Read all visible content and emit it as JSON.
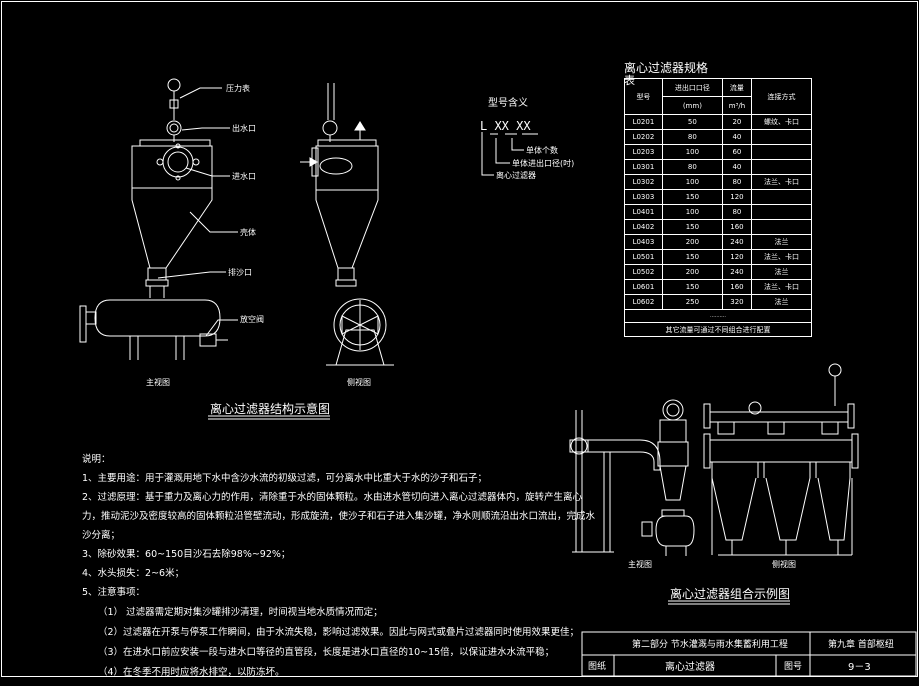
{
  "structure": {
    "caption": "离心过滤器结构示意图",
    "labels": {
      "pressure_gauge": "压力表",
      "outlet": "出水口",
      "inlet": "进水口",
      "body": "壳体",
      "sand_outlet": "排沙口",
      "drain_valve": "放空阀"
    },
    "view_main": "主视图",
    "view_side": "侧视图"
  },
  "model": {
    "title": "型号含义",
    "code": "L  XX  XX",
    "labels": [
      "单体个数",
      "单体进出口径(吋)",
      "离心过滤器"
    ]
  },
  "spec": {
    "title": "离心过滤器规格",
    "title_tail": "表",
    "headers": [
      "型号",
      "进出口口径",
      "流量",
      "连接方式"
    ],
    "units": [
      "(mm)",
      "m³/h"
    ],
    "rows": [
      [
        "L0201",
        "50",
        "20",
        "螺纹、卡口"
      ],
      [
        "L0202",
        "80",
        "40",
        ""
      ],
      [
        "L0203",
        "100",
        "60",
        ""
      ],
      [
        "L0301",
        "80",
        "40",
        ""
      ],
      [
        "L0302",
        "100",
        "80",
        "法兰、卡口"
      ],
      [
        "L0303",
        "150",
        "120",
        ""
      ],
      [
        "L0401",
        "100",
        "80",
        ""
      ],
      [
        "L0402",
        "150",
        "160",
        ""
      ],
      [
        "L0403",
        "200",
        "240",
        "法兰"
      ],
      [
        "L0501",
        "150",
        "120",
        "法兰、卡口"
      ],
      [
        "L0502",
        "200",
        "240",
        "法兰"
      ],
      [
        "L0601",
        "150",
        "160",
        "法兰、卡口"
      ],
      [
        "L0602",
        "250",
        "320",
        "法兰"
      ]
    ],
    "note_small": "..........",
    "footnote": "其它流量可通过不同组合进行配置"
  },
  "combo": {
    "caption": "离心过滤器组合示例图",
    "view_main": "主视图",
    "view_side": "侧视图"
  },
  "notes": {
    "heading": "说明：",
    "lines": [
      "1、主要用途：用于灌溉用地下水中含沙水流的初级过滤，可分离水中比重大于水的沙子和石子；",
      "2、过滤原理：基于重力及离心力的作用，清除重于水的固体颗粒。水由进水管切向进入离心过滤器体内，旋转产生离心",
      "力，推动泥沙及密度较高的固体颗粒沿管壁流动，形成旋流，使沙子和石子进入集沙罐，净水则顺流沿出水口流出，完成水",
      "沙分离；",
      "3、除砂效果：60~150目沙石去除98%~92%；",
      "4、水头损失：2~6米；",
      "5、注意事项：",
      "（1） 过滤器需定期对集沙罐排沙清理，时间视当地水质情况而定；",
      "（2）过滤器在开泵与停泵工作瞬间，由于水流失稳，影响过滤效果。因此与网式或叠片过滤器同时使用效果更佳；",
      "（3）在进水口前应安装一段与进水口等径的直管段，长度是进水口直径的10~15倍，以保证进水水流平稳；",
      "（4）在冬季不用时应将水排空，以防冻坏。"
    ]
  },
  "title_block": {
    "part": "第二部分  节水灌溉与雨水集蓄利用工程",
    "chapter": "第九章  首部枢纽",
    "drawing_label": "图纸",
    "drawing_name": "离心过滤器",
    "number_label": "图号",
    "number": "9－3"
  }
}
